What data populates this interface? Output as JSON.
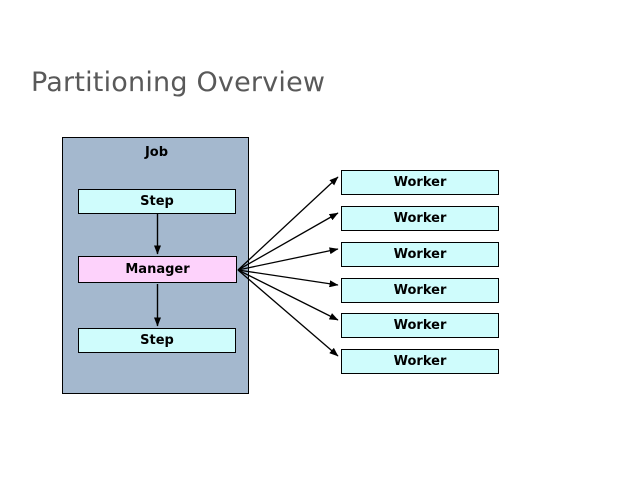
{
  "slide": {
    "title": "Partitioning Overview",
    "background_color": "#ffffff",
    "title_color": "#595959"
  },
  "diagram": {
    "type": "flow-diagram",
    "job_container": {
      "label": "Job",
      "fill_color": "#a4b8ce",
      "border_color": "#000000",
      "nodes": [
        {
          "id": "step-top",
          "label": "Step",
          "fill_color": "#cffcfc"
        },
        {
          "id": "manager",
          "label": "Manager",
          "fill_color": "#fdd2fb"
        },
        {
          "id": "step-bottom",
          "label": "Step",
          "fill_color": "#cffcfc"
        }
      ]
    },
    "workers": {
      "fill_color": "#cffcfc",
      "border_color": "#000000",
      "count": 6,
      "items": [
        {
          "label": "Worker"
        },
        {
          "label": "Worker"
        },
        {
          "label": "Worker"
        },
        {
          "label": "Worker"
        },
        {
          "label": "Worker"
        },
        {
          "label": "Worker"
        }
      ]
    },
    "connectors": {
      "arrow_color": "#000000",
      "internal": [
        {
          "from": "step-top",
          "to": "manager"
        },
        {
          "from": "manager",
          "to": "step-bottom"
        }
      ],
      "fanout": [
        {
          "from": "manager",
          "to": "worker-1"
        },
        {
          "from": "manager",
          "to": "worker-2"
        },
        {
          "from": "manager",
          "to": "worker-3"
        },
        {
          "from": "manager",
          "to": "worker-4"
        },
        {
          "from": "manager",
          "to": "worker-5"
        },
        {
          "from": "manager",
          "to": "worker-6"
        }
      ]
    }
  }
}
